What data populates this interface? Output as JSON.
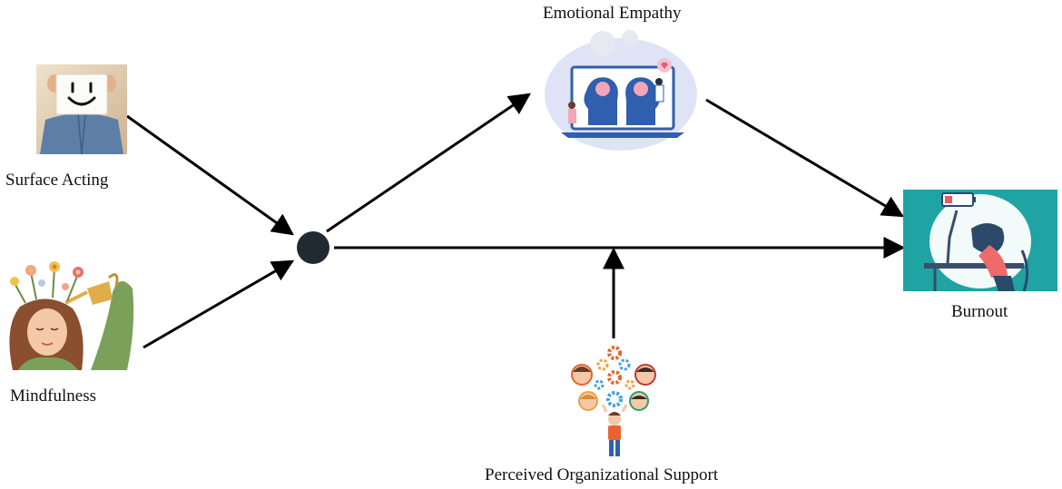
{
  "nodes": {
    "surface_acting": {
      "label": "Surface Acting",
      "picture": "person-holding-smiley-mask"
    },
    "mindfulness": {
      "label": "Mindfulness",
      "picture": "woman-watering-flowers-from-head"
    },
    "emotional_empathy": {
      "label": "Emotional Empathy",
      "picture": "two-heads-on-laptop-screen"
    },
    "burnout": {
      "label": "Burnout",
      "picture": "exhausted-woman-at-desk-low-battery"
    },
    "perceived_organizational_support": {
      "label": "Perceived Organizational Support",
      "picture": "people-network-with-gears"
    }
  },
  "edges": [
    {
      "from": "surface_acting",
      "to": "interaction"
    },
    {
      "from": "mindfulness",
      "to": "interaction"
    },
    {
      "from": "interaction",
      "to": "emotional_empathy"
    },
    {
      "from": "emotional_empathy",
      "to": "burnout"
    },
    {
      "from": "interaction",
      "to": "burnout"
    },
    {
      "from": "perceived_organizational_support",
      "to": "interaction-burnout-path"
    }
  ],
  "colors": {
    "arrow": "#000000",
    "junction": "#1f2a33",
    "burnout_bg": "#1fa3a3",
    "empathy_blue": "#2f5fae",
    "mindfulness_green": "#7aa05a"
  }
}
